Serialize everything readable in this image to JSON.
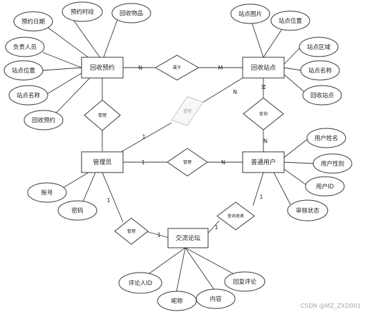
{
  "entities": {
    "recycle_booking": "回收预约",
    "recycle_station": "回收站点",
    "admin": "管理员",
    "user": "普通用户",
    "forum": "交流论坛"
  },
  "relations": {
    "belongs": "属于",
    "manage_a": "管理",
    "manage_b": "管理",
    "query": "查询",
    "manage_user": "管理",
    "manage_forum": "管理",
    "query_post": "查询发表"
  },
  "attributes": {
    "booking": [
      "预约日期",
      "预约时段",
      "回收物品",
      "负责人员",
      "站点位置",
      "站点名称",
      "回收预约"
    ],
    "station": [
      "站点图片",
      "站点位置",
      "站点区域",
      "站点名称",
      "回收站点"
    ],
    "user": [
      "用户姓名",
      "用户性别",
      "用户ID",
      "审核状态"
    ],
    "admin": [
      "账号",
      "密码"
    ],
    "forum": [
      "评论人ID",
      "昵称",
      "内容",
      "回复评论"
    ]
  },
  "cardinality": {
    "booking_belongs": "N",
    "belongs_station": "M",
    "station_faded": "N",
    "faded_admin": "1",
    "station_query": "M",
    "query_user": "N",
    "admin_manage": "1",
    "manage_user": "N",
    "admin_forum": "1",
    "manage_forum": "1",
    "forum_query": "1",
    "query_user2": "1"
  },
  "watermark": "CSDN @MZ_ZXD001"
}
